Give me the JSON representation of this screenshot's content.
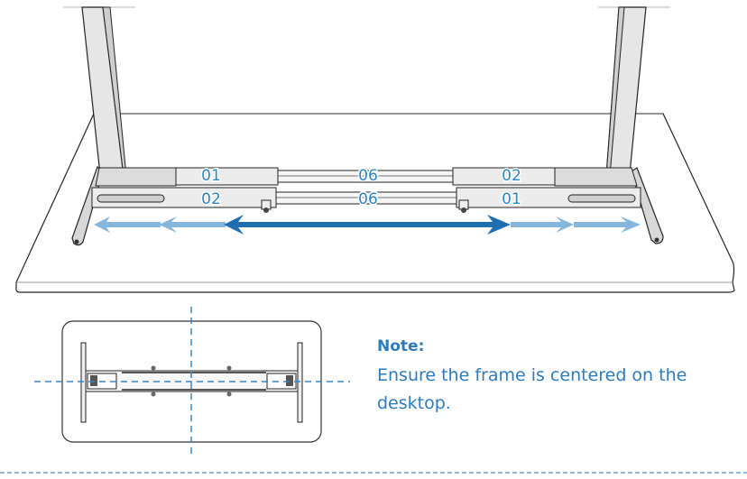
{
  "diagram": {
    "top_view_labels": {
      "upper_left": "01",
      "upper_center": "06",
      "upper_right": "02",
      "lower_left": "02",
      "lower_center": "06",
      "lower_right": "01"
    },
    "colors": {
      "arrow_dark": "#1f6fb0",
      "arrow_light": "#86b6dc",
      "label": "#2b86c5",
      "guide_line": "#3a86c0"
    }
  },
  "note": {
    "title": "Note:",
    "body": "Ensure the frame is centered on the desktop."
  }
}
